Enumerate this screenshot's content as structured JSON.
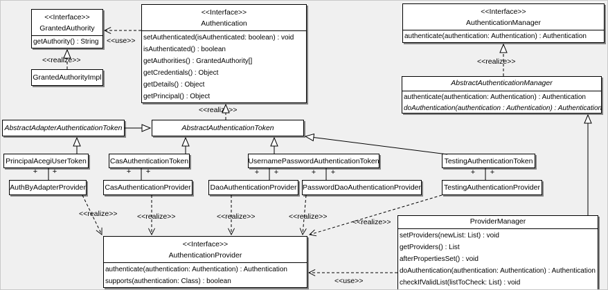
{
  "diagram": {
    "labels": {
      "use": "&lt;&lt;use&gt;&gt;",
      "realize": "&lt;&lt;realize&gt;&gt;",
      "plus": "+"
    },
    "labels_plain": {
      "use": "<<use>>",
      "realize": "<<realize>>",
      "plus": "+"
    },
    "colors": {
      "background": "#f0f0f0",
      "box_fill": "#ffffff",
      "line": "#000000"
    }
  },
  "classes": {
    "granted_authority": {
      "stereotype": "<<Interface>>",
      "name": "GrantedAuthority",
      "methods": [
        "getAuthority() : String"
      ]
    },
    "granted_authority_impl": {
      "name": "GrantedAuthorityImpl"
    },
    "authentication": {
      "stereotype": "<<Interface>>",
      "name": "Authentication",
      "methods": [
        "setAuthenticated(isAuthenticated: boolean) : void",
        "isAuthenticated() : boolean",
        "getAuthorities() : GrantedAuthority[]",
        "getCredentials() : Object",
        "getDetails() : Object",
        "getPrincipal() : Object"
      ]
    },
    "authentication_manager": {
      "stereotype": "<<Interface>>",
      "name": "AuthenticationManager",
      "methods": [
        "authenticate(authentication: Authentication) : Authentication"
      ]
    },
    "abstract_authentication_manager": {
      "name": "AbstractAuthenticationManager",
      "methods": [
        "authenticate(authentication: Authentication) : Authentication",
        "doAuthentication(authentication : Authentication) : Authentication"
      ]
    },
    "abstract_adapter_authentication_token": {
      "name": "AbstractAdapterAuthenticationToken"
    },
    "abstract_authentication_token": {
      "name": "AbstractAuthenticationToken"
    },
    "principal_acegi_user_token": {
      "name": "PrincipalAcegiUserToken"
    },
    "cas_authentication_token": {
      "name": "CasAuthenticationToken"
    },
    "username_password_authentication_token": {
      "name": "UsernamePasswordAuthenticationToken"
    },
    "testing_authentication_token": {
      "name": "TestingAuthenticationToken"
    },
    "auth_by_adapter_provider": {
      "name": "AuthByAdapterProvider"
    },
    "cas_authentication_provider": {
      "name": "CasAuthenticationProvider"
    },
    "dao_authentication_provider": {
      "name": "DaoAuthenticationProvider"
    },
    "password_dao_authentication_provider": {
      "name": "PasswordDaoAuthenticationProvider"
    },
    "testing_authentication_provider": {
      "name": "TestingAuthenticationProvider"
    },
    "authentication_provider": {
      "stereotype": "<<Interface>>",
      "name": "AuthenticationProvider",
      "methods": [
        "authenticate(authentication: Authentication) : Authentication",
        "supports(authentication: Class) : boolean"
      ]
    },
    "provider_manager": {
      "name": "ProviderManager",
      "methods": [
        "setProviders(newList: List) : void",
        "getProviders() : List",
        "afterPropertiesSet() : void",
        "doAuthentication(authentication: Authentication) : Authentication",
        "checkIfValidList(listToCheck: List) : void"
      ]
    }
  },
  "edges": [
    {
      "type": "use",
      "from": "authentication",
      "to": "granted_authority",
      "label": "<<use>>"
    },
    {
      "type": "realize",
      "from": "granted_authority_impl",
      "to": "granted_authority",
      "label": "<<realize>>"
    },
    {
      "type": "realize",
      "from": "abstract_authentication_token",
      "to": "authentication",
      "label": "<<realize>>"
    },
    {
      "type": "realize",
      "from": "abstract_authentication_manager",
      "to": "authentication_manager",
      "label": "<<realize>>"
    },
    {
      "type": "generalization",
      "from": "abstract_adapter_authentication_token",
      "to": "abstract_authentication_token"
    },
    {
      "type": "generalization",
      "from": "principal_acegi_user_token",
      "to": "abstract_adapter_authentication_token"
    },
    {
      "type": "generalization",
      "from": "cas_authentication_token",
      "to": "abstract_authentication_token"
    },
    {
      "type": "generalization",
      "from": "username_password_authentication_token",
      "to": "abstract_authentication_token"
    },
    {
      "type": "generalization",
      "from": "testing_authentication_token",
      "to": "abstract_authentication_token"
    },
    {
      "type": "generalization",
      "from": "provider_manager",
      "to": "abstract_authentication_manager"
    },
    {
      "type": "association",
      "from": "principal_acegi_user_token",
      "to": "auth_by_adapter_provider",
      "end_labels": [
        "+",
        "+"
      ]
    },
    {
      "type": "association",
      "from": "cas_authentication_token",
      "to": "cas_authentication_provider",
      "end_labels": [
        "+",
        "+"
      ]
    },
    {
      "type": "association",
      "from": "username_password_authentication_token",
      "to": "dao_authentication_provider",
      "end_labels": [
        "+",
        "+"
      ]
    },
    {
      "type": "association",
      "from": "username_password_authentication_token",
      "to": "password_dao_authentication_provider",
      "end_labels": [
        "+",
        "+"
      ]
    },
    {
      "type": "association",
      "from": "testing_authentication_token",
      "to": "testing_authentication_provider",
      "end_labels": [
        "+",
        "+"
      ]
    },
    {
      "type": "realize",
      "from": "auth_by_adapter_provider",
      "to": "authentication_provider",
      "label": "<<realize>>"
    },
    {
      "type": "realize",
      "from": "cas_authentication_provider",
      "to": "authentication_provider",
      "label": "<<realize>>"
    },
    {
      "type": "realize",
      "from": "dao_authentication_provider",
      "to": "authentication_provider",
      "label": "<<realize>>"
    },
    {
      "type": "realize",
      "from": "password_dao_authentication_provider",
      "to": "authentication_provider",
      "label": "<<realize>>"
    },
    {
      "type": "realize",
      "from": "testing_authentication_provider",
      "to": "authentication_provider",
      "label": "<<realize>>"
    },
    {
      "type": "use",
      "from": "provider_manager",
      "to": "authentication_provider",
      "label": "<<use>>"
    }
  ]
}
